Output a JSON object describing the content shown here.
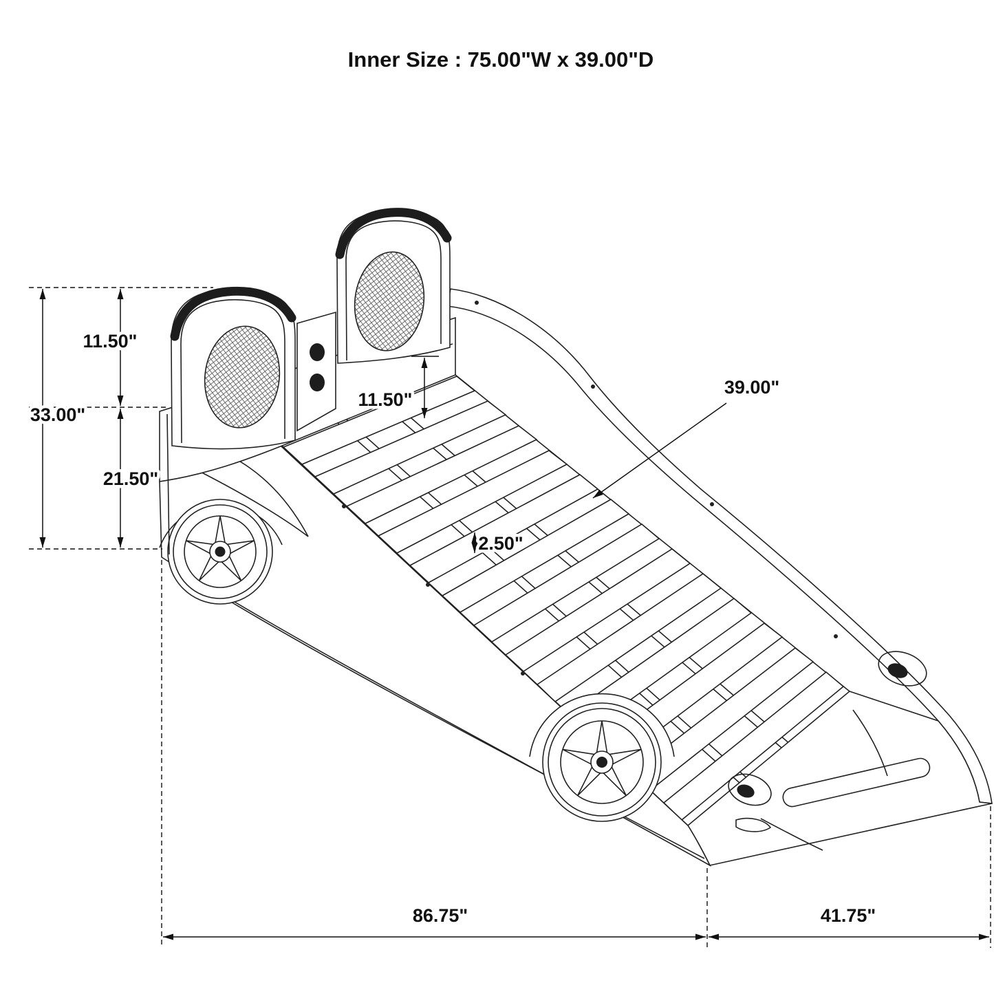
{
  "title": "Inner Size : 75.00\"W x 39.00\"D",
  "dimensions": {
    "upper_height": "11.50\"",
    "total_height": "33.00\"",
    "lower_height": "21.50\"",
    "headboard_clearance": "11.50\"",
    "bed_depth": "39.00\"",
    "slat_thickness": "2.50\"",
    "main_length": "86.75\"",
    "front_extension": "41.75\""
  }
}
